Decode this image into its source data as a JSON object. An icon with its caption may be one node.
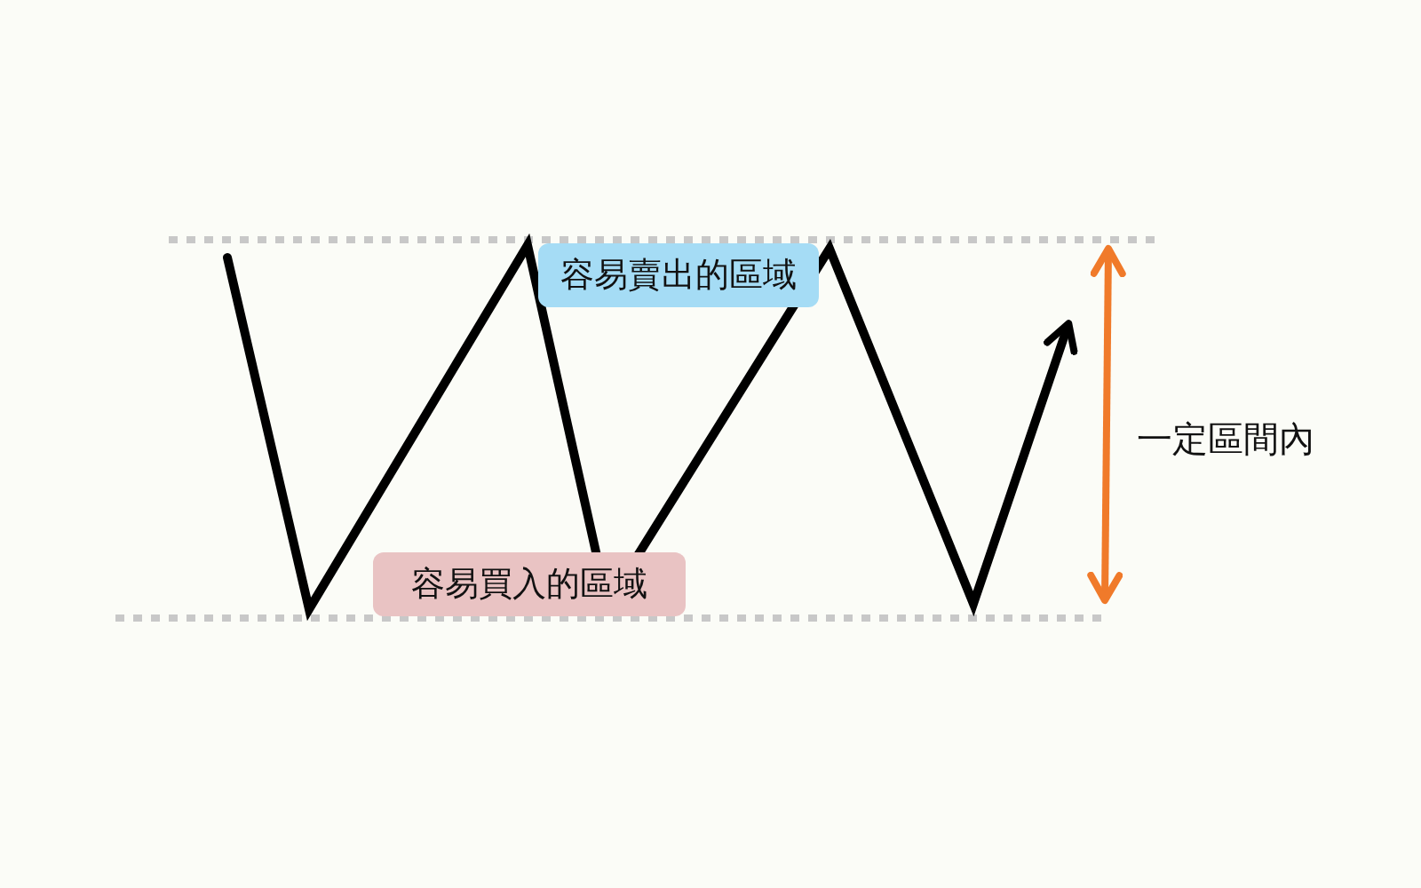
{
  "diagram": {
    "nodes": [
      {
        "text": [
          "容易賣出的區域"
        ]
      },
      {
        "text": [
          "容易買入的區域"
        ]
      }
    ],
    "labels": [
      "一定區間內"
    ]
  }
}
